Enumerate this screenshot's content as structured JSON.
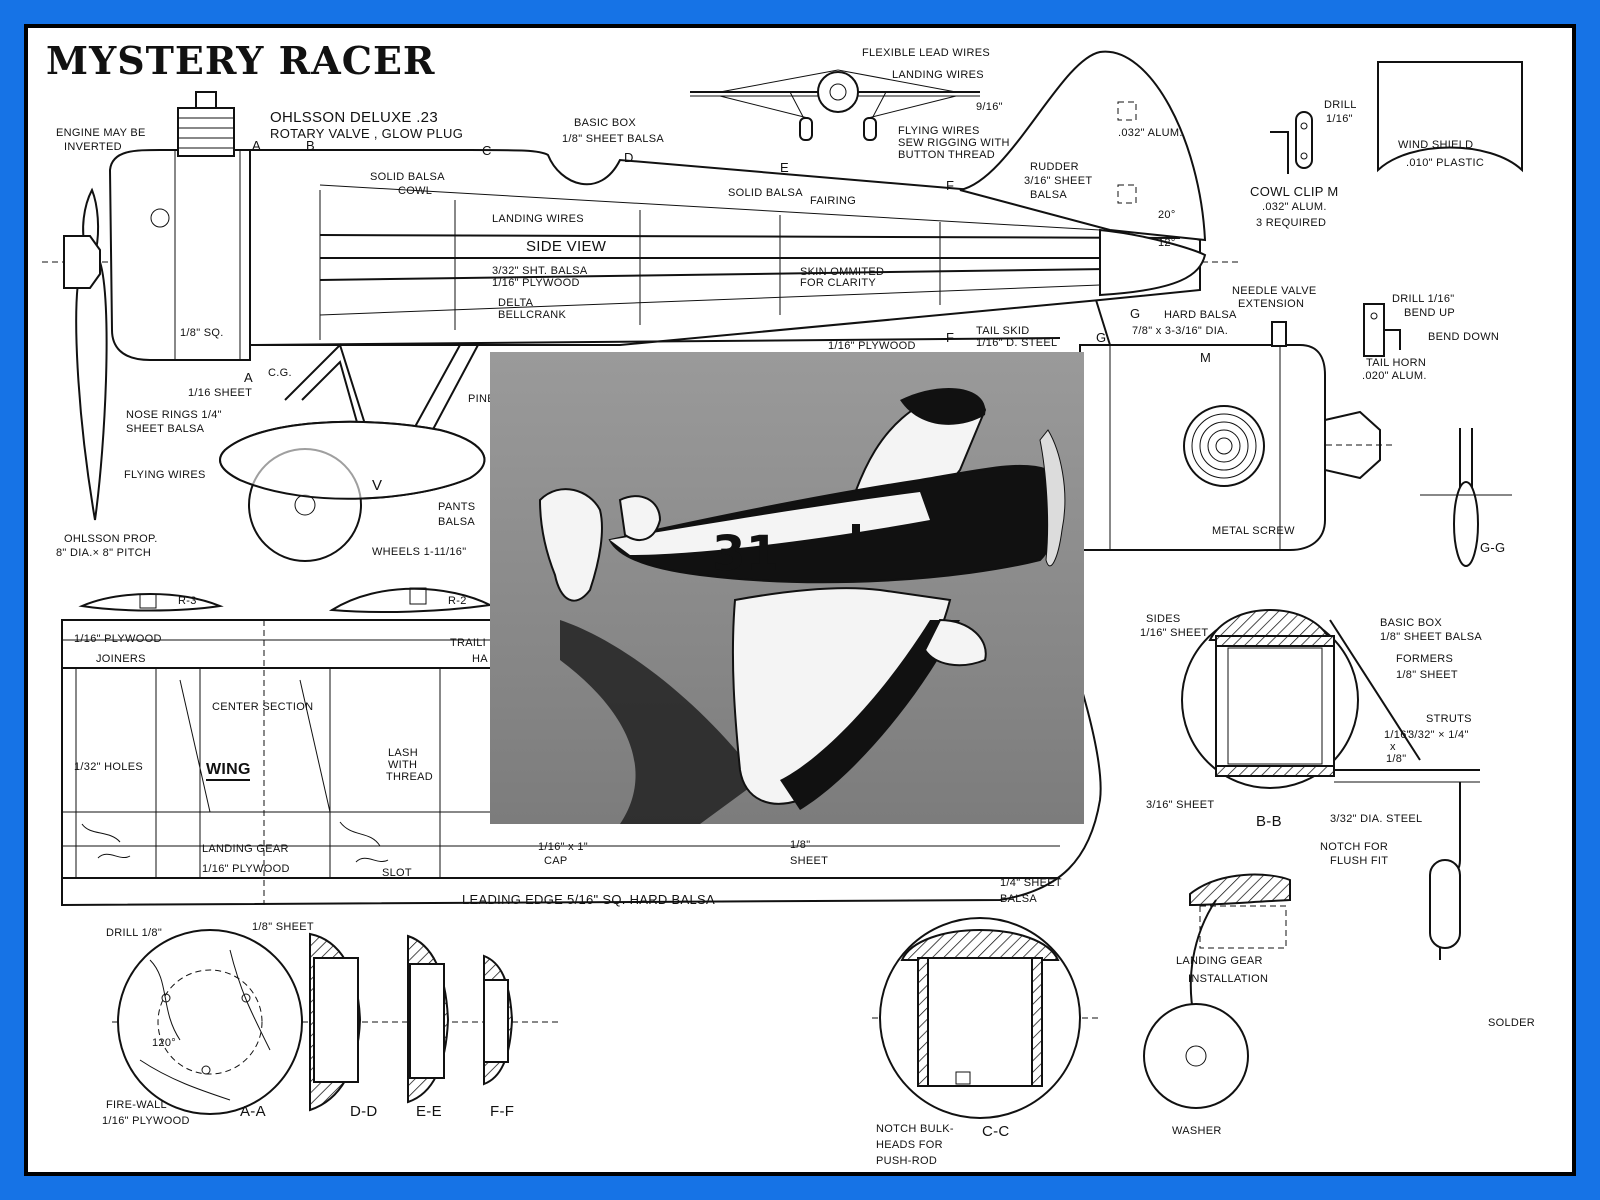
{
  "title": "MYSTERY RACER",
  "photo": {
    "race_number": "31"
  },
  "side_view": {
    "engine": "OHLSSON DELUXE .23",
    "engine_detail": "ROTARY VALVE , GLOW PLUG",
    "engine_note_1": "ENGINE MAY BE",
    "engine_note_2": "INVERTED",
    "basic_box_1": "BASIC BOX",
    "basic_box_2": "1/8\" SHEET BALSA",
    "solid_balsa_cowl_1": "SOLID BALSA",
    "solid_balsa_cowl_2": "COWL",
    "solid_balsa_fairing_1": "SOLID BALSA",
    "solid_balsa_fairing_2": "FAIRING",
    "landing_wires": "LANDING WIRES",
    "label": "SIDE VIEW",
    "sht_balsa": "3/32\" SHT. BALSA",
    "plywood": "1/16\" PLYWOOD",
    "skin_1": "SKIN OMMITED",
    "skin_2": "FOR CLARITY",
    "delta_1": "DELTA",
    "delta_2": "BELLCRANK",
    "sq": "1/8\" SQ.",
    "cg": "C.G.",
    "sheet": "1/16 SHEET",
    "nose_rings_1": "NOSE RINGS 1/4\"",
    "nose_rings_2": "SHEET BALSA",
    "flying_wires": "FLYING WIRES",
    "prop_1": "OHLSSON PROP.",
    "prop_2": "8\" DIA.× 8\" PITCH",
    "pants_1": "PANTS",
    "pants_2": "BALSA",
    "wheels": "WHEELS 1-11/16\"",
    "pine": "PINE",
    "plywood_2": "1/16\" PLYWOOD",
    "tail_skid_1": "TAIL SKID",
    "tail_skid_2": "1/16\" D. STEEL",
    "rudder_1": "RUDDER",
    "rudder_2": "3/16\" SHEET",
    "rudder_3": "BALSA",
    "alum": ".032\" ALUM.",
    "angle_20": "20°",
    "angle_12": "12°",
    "stations": [
      "A",
      "B",
      "C",
      "D",
      "E",
      "F",
      "G",
      "A",
      "F",
      "G",
      "V"
    ]
  },
  "front_mini": {
    "flexible": "FLEXIBLE LEAD WIRES",
    "landing_wires": "LANDING WIRES",
    "dim": "9/16\"",
    "flying_1": "FLYING WIRES",
    "flying_2": "SEW RIGGING WITH",
    "flying_3": "BUTTON THREAD"
  },
  "cowl_clip": {
    "drill_1": "DRILL",
    "drill_2": "1/16\"",
    "label_1": "COWL CLIP M",
    "label_2": ".032\" ALUM.",
    "label_3": "3 REQUIRED"
  },
  "wind_shield": {
    "label_1": "WIND SHIELD",
    "label_2": ".010\" PLASTIC"
  },
  "tail_horn": {
    "drill": "DRILL 1/16\"",
    "bend_up": "BEND UP",
    "bend_down": "BEND DOWN",
    "label_1": "TAIL HORN",
    "label_2": ".020\" ALUM."
  },
  "front_view": {
    "needle_1": "NEEDLE VALVE",
    "needle_2": "EXTENSION",
    "hard_balsa_1": "HARD BALSA",
    "hard_balsa_2": "7/8\" x 3-3/16\" DIA.",
    "m": "M",
    "metal_screw": "METAL SCREW"
  },
  "gg_label": "G-G",
  "wing": {
    "r3": "R-3",
    "r2": "R-2",
    "plywood": "1/16\" PLYWOOD",
    "joiners": "JOINERS",
    "trailing": "TRAILI",
    "trailing_2": "HA",
    "center": "CENTER SECTION",
    "holes": "1/32\" HOLES",
    "label": "WING",
    "lash_1": "LASH",
    "lash_2": "WITH",
    "lash_3": "THREAD",
    "lg_1": "LANDING GEAR",
    "lg_2": "1/16\" PLYWOOD",
    "slot": "SLOT",
    "cap_1": "1/16\" x 1\"",
    "cap_2": "CAP",
    "sheet_1": "1/8\"",
    "sheet_2": "SHEET",
    "qsheet_1": "1/4\" SHEET",
    "qsheet_2": "BALSA",
    "leading": "LEADING EDGE 5/16\" SQ. HARD BALSA"
  },
  "sections": {
    "drill": "DRILL 1/8\"",
    "sheet": "1/8\" SHEET",
    "angle": "120°",
    "firewall_1": "FIRE-WALL",
    "firewall_2": "1/16\" PLYWOOD",
    "aa": "A-A",
    "dd": "D-D",
    "ee": "E-E",
    "ff": "F-F",
    "notch_1": "NOTCH BULK-",
    "notch_2": "HEADS FOR",
    "notch_3": "PUSH-ROD",
    "cc": "C-C"
  },
  "bb": {
    "sides_1": "SIDES",
    "sides_2": "1/16\" SHEET",
    "box_1": "BASIC BOX",
    "box_2": "1/8\" SHEET BALSA",
    "formers_1": "FORMERS",
    "formers_2": "1/8\" SHEET",
    "struts_1": "STRUTS",
    "struts_2": "3/32\" × 1/4\"",
    "struts_3": "1/16\"",
    "struts_4": "x",
    "struts_5": "1/8\"",
    "sheet": "3/16\" SHEET",
    "label": "B-B",
    "steel": "3/32\" DIA. STEEL",
    "notch_1": "NOTCH FOR",
    "notch_2": "FLUSH FIT",
    "solder": "SOLDER"
  },
  "landing_gear": {
    "label_1": "LANDING GEAR",
    "label_2": "INSTALLATION",
    "washer": "WASHER"
  }
}
